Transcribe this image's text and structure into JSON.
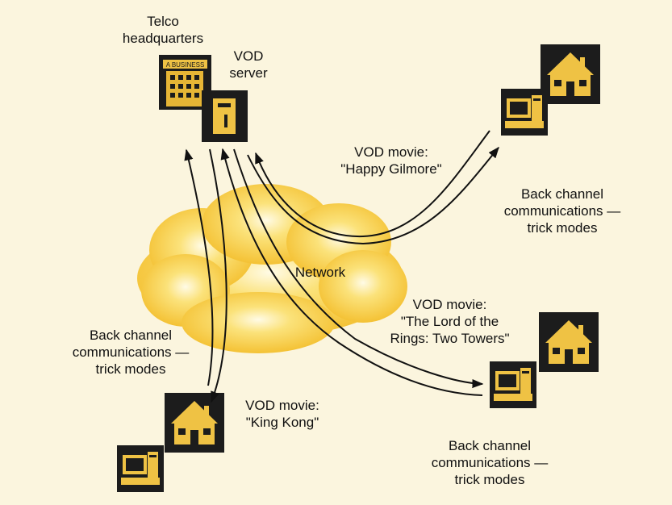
{
  "colors": {
    "background": "#fbf5de",
    "cloud": "#f7c532",
    "building": "#e6b535",
    "tile": "#1c1c1c",
    "arrow": "#111111"
  },
  "labels": {
    "telco": [
      "Telco",
      "headquarters"
    ],
    "vod_server": [
      "VOD",
      "server"
    ],
    "building_sign": "A BUSINESS",
    "network": "Network",
    "movie_happy": [
      "VOD movie:",
      "\"Happy Gilmore\""
    ],
    "movie_lotr": [
      "VOD movie:",
      "\"The Lord of the",
      "Rings: Two Towers\""
    ],
    "movie_kong": [
      "VOD movie:",
      "\"King Kong\""
    ],
    "back_channel_right": [
      "Back channel",
      "communications —",
      "trick modes"
    ],
    "back_channel_left": [
      "Back channel",
      "communications —",
      "trick modes"
    ],
    "back_channel_bottom": [
      "Back channel",
      "communications —",
      "trick modes"
    ]
  },
  "icons": [
    "office-building-icon",
    "server-icon",
    "house-icon",
    "computer-icon",
    "cloud-icon"
  ]
}
